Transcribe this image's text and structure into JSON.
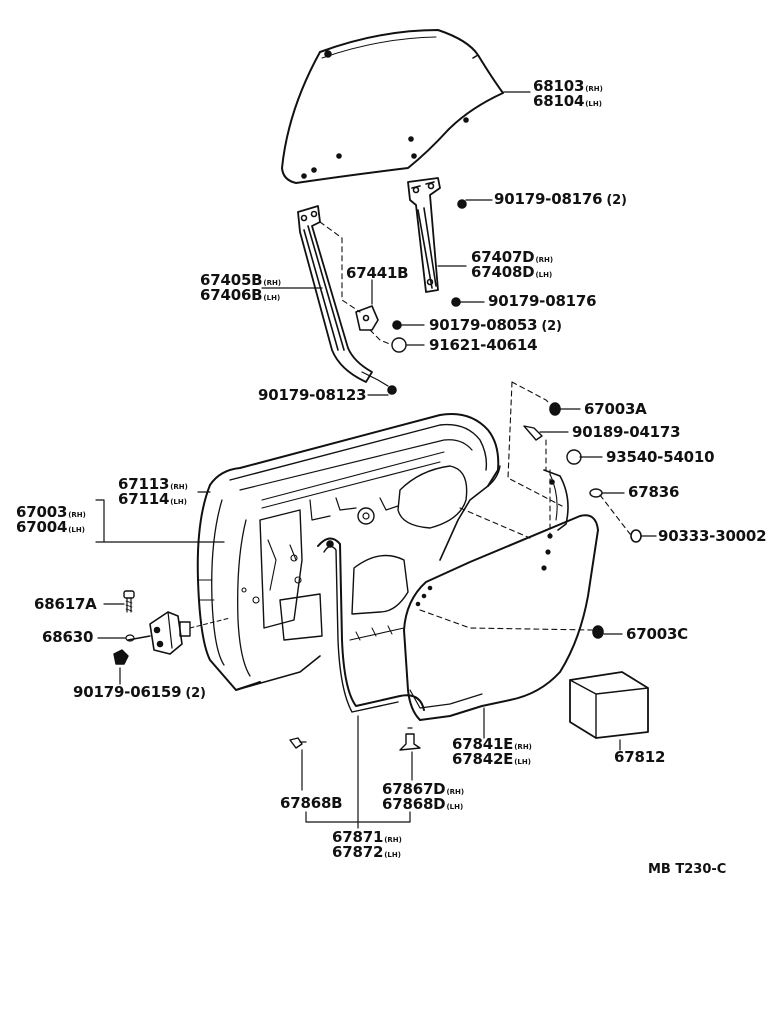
{
  "labels": [
    {
      "id": "p68103",
      "code": "68103",
      "suffix": "(RH)",
      "qty": ""
    },
    {
      "id": "p68104",
      "code": "68104",
      "suffix": "(LH)",
      "qty": ""
    },
    {
      "id": "p90179_08176a",
      "code": "90179-08176",
      "suffix": "",
      "qty": "(2)"
    },
    {
      "id": "p67407D",
      "code": "67407D",
      "suffix": "(RH)",
      "qty": ""
    },
    {
      "id": "p67408D",
      "code": "67408D",
      "suffix": "(LH)",
      "qty": ""
    },
    {
      "id": "p90179_08176b",
      "code": "90179-08176",
      "suffix": "",
      "qty": ""
    },
    {
      "id": "p67405B",
      "code": "67405B",
      "suffix": "(RH)",
      "qty": ""
    },
    {
      "id": "p67406B",
      "code": "67406B",
      "suffix": "(LH)",
      "qty": ""
    },
    {
      "id": "p67441B",
      "code": "67441B",
      "suffix": "",
      "qty": ""
    },
    {
      "id": "p90179_08053",
      "code": "90179-08053",
      "suffix": "",
      "qty": "(2)"
    },
    {
      "id": "p91621_40614",
      "code": "91621-40614",
      "suffix": "",
      "qty": ""
    },
    {
      "id": "p90179_08123",
      "code": "90179-08123",
      "suffix": "",
      "qty": ""
    },
    {
      "id": "p67003A",
      "code": "67003A",
      "suffix": "",
      "qty": ""
    },
    {
      "id": "p90189_04173",
      "code": "90189-04173",
      "suffix": "",
      "qty": ""
    },
    {
      "id": "p93540_54010",
      "code": "93540-54010",
      "suffix": "",
      "qty": ""
    },
    {
      "id": "p67836",
      "code": "67836",
      "suffix": "",
      "qty": ""
    },
    {
      "id": "p90333_30002",
      "code": "90333-30002",
      "suffix": "",
      "qty": ""
    },
    {
      "id": "p67113",
      "code": "67113",
      "suffix": "(RH)",
      "qty": ""
    },
    {
      "id": "p67114",
      "code": "67114",
      "suffix": "(LH)",
      "qty": ""
    },
    {
      "id": "p67003",
      "code": "67003",
      "suffix": "(RH)",
      "qty": ""
    },
    {
      "id": "p67004",
      "code": "67004",
      "suffix": "(LH)",
      "qty": ""
    },
    {
      "id": "p68617A",
      "code": "68617A",
      "suffix": "",
      "qty": ""
    },
    {
      "id": "p68630",
      "code": "68630",
      "suffix": "",
      "qty": ""
    },
    {
      "id": "p90179_06159",
      "code": "90179-06159",
      "suffix": "",
      "qty": "(2)"
    },
    {
      "id": "p67003C",
      "code": "67003C",
      "suffix": "",
      "qty": ""
    },
    {
      "id": "p67841E",
      "code": "67841E",
      "suffix": "(RH)",
      "qty": ""
    },
    {
      "id": "p67842E",
      "code": "67842E",
      "suffix": "(LH)",
      "qty": ""
    },
    {
      "id": "p67812",
      "code": "67812",
      "suffix": "",
      "qty": ""
    },
    {
      "id": "p67868B",
      "code": "67868B",
      "suffix": "",
      "qty": ""
    },
    {
      "id": "p67867D",
      "code": "67867D",
      "suffix": "(RH)",
      "qty": ""
    },
    {
      "id": "p67868D",
      "code": "67868D",
      "suffix": "(LH)",
      "qty": ""
    },
    {
      "id": "p67871",
      "code": "67871",
      "suffix": "(RH)",
      "qty": ""
    },
    {
      "id": "p67872",
      "code": "67872",
      "suffix": "(LH)",
      "qty": ""
    }
  ],
  "reference_code": "MB T230-C",
  "colors": {
    "ink": "#111111",
    "background": "#ffffff"
  }
}
